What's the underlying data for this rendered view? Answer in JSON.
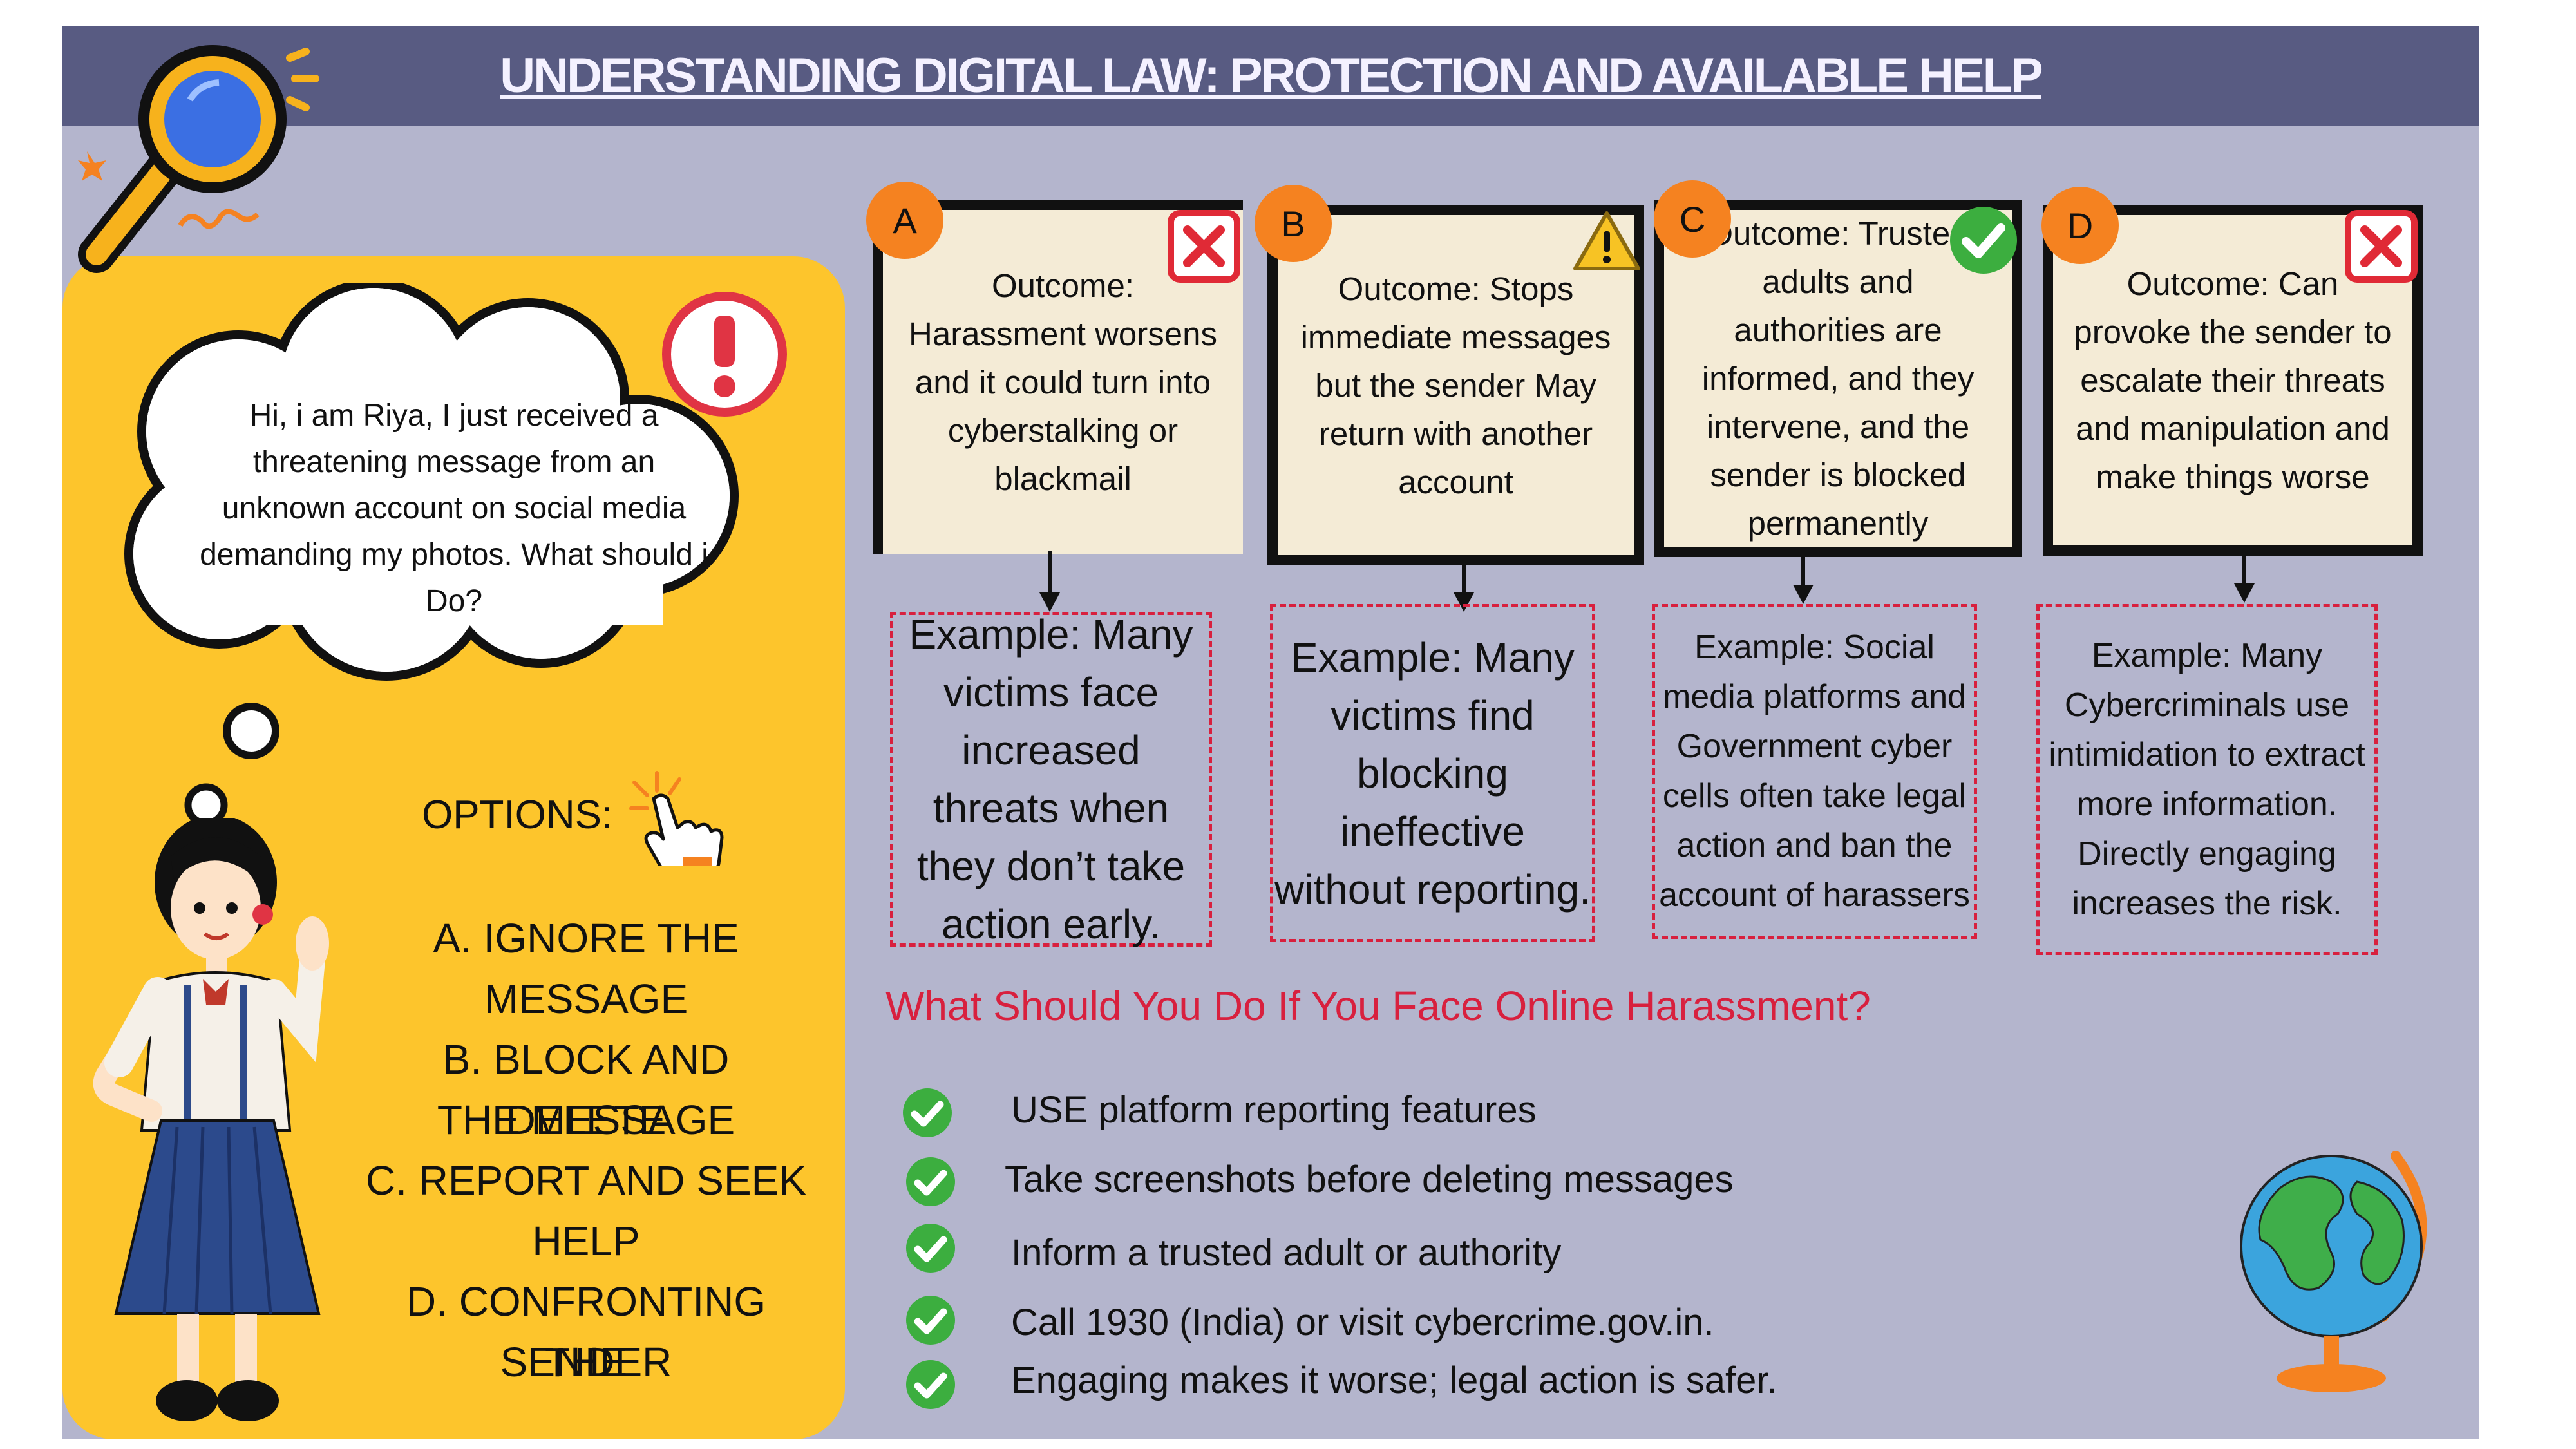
{
  "title": "UNDERSTANDING DIGITAL LAW: PROTECTION AND AVAILABLE HELP",
  "speech": "Hi, i am Riya, I just received a threatening message from an unknown account on social media demanding my photos. What should i Do?",
  "options": {
    "heading": "OPTIONS:",
    "lines": [
      "A. IGNORE THE",
      "MESSAGE",
      "B. BLOCK AND DELETE",
      "THE MESSAGE",
      "C. REPORT AND SEEK",
      "HELP",
      "D. CONFRONTING THE",
      "SENDER"
    ]
  },
  "outcomes": [
    {
      "letter": "A",
      "status_icon": "cross-icon",
      "text": "Outcome: Harassment worsens and it could turn into cyberstalking or blackmail",
      "example": "Example: Many victims face increased threats when they don’t take action early."
    },
    {
      "letter": "B",
      "status_icon": "warning-icon",
      "text": "Outcome: Stops immediate messages but the sender May return with another account",
      "example": "Example: Many victims find blocking ineffective without reporting."
    },
    {
      "letter": "C",
      "status_icon": "check-icon",
      "text": "Outcome: Trusted adults and authorities are informed, and they intervene, and the sender is blocked permanently",
      "example": "Example: Social media platforms and Government cyber cells often take legal action and ban the account of harassers"
    },
    {
      "letter": "D",
      "status_icon": "cross-icon",
      "text": "Outcome: Can provoke the sender to escalate their threats and manipulation and make things worse",
      "example": "Example: Many Cybercriminals use intimidation to extract more information. Directly engaging increases the risk."
    }
  ],
  "question": "What Should You Do If You Face Online Harassment?",
  "tips": [
    "USE platform reporting features",
    "Take screenshots before deleting messages",
    "Inform a trusted adult or authority",
    "Call 1930 (India) or visit cybercrime.gov.in.",
    "Engaging makes it worse; legal action is safer."
  ],
  "colors": {
    "header": "#585b82",
    "panel": "#b4b5cd",
    "card": "#fdc52c",
    "letter": "#f58220",
    "accent_red": "#d8203e",
    "check_green": "#3cae3f"
  }
}
